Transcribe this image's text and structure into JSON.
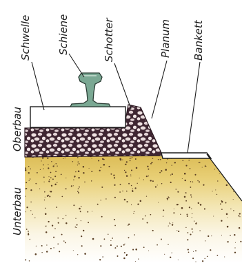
{
  "labels": {
    "schwelle": "Schwelle",
    "schiene": "Schiene",
    "schotter": "Schotter",
    "planum": "Planum",
    "bankett": "Bankett",
    "oberbau": "Oberbau",
    "unterbau": "Unterbau"
  },
  "colors": {
    "ink": "#1c1c1c",
    "rail": "#6f9a86",
    "ballast_dark": "#3f2632",
    "ballast_light": "#e8d8d8",
    "soil_yellow": "#e9cf72",
    "soil_light": "#f6ecc4",
    "sleeper": "#ffffff"
  }
}
